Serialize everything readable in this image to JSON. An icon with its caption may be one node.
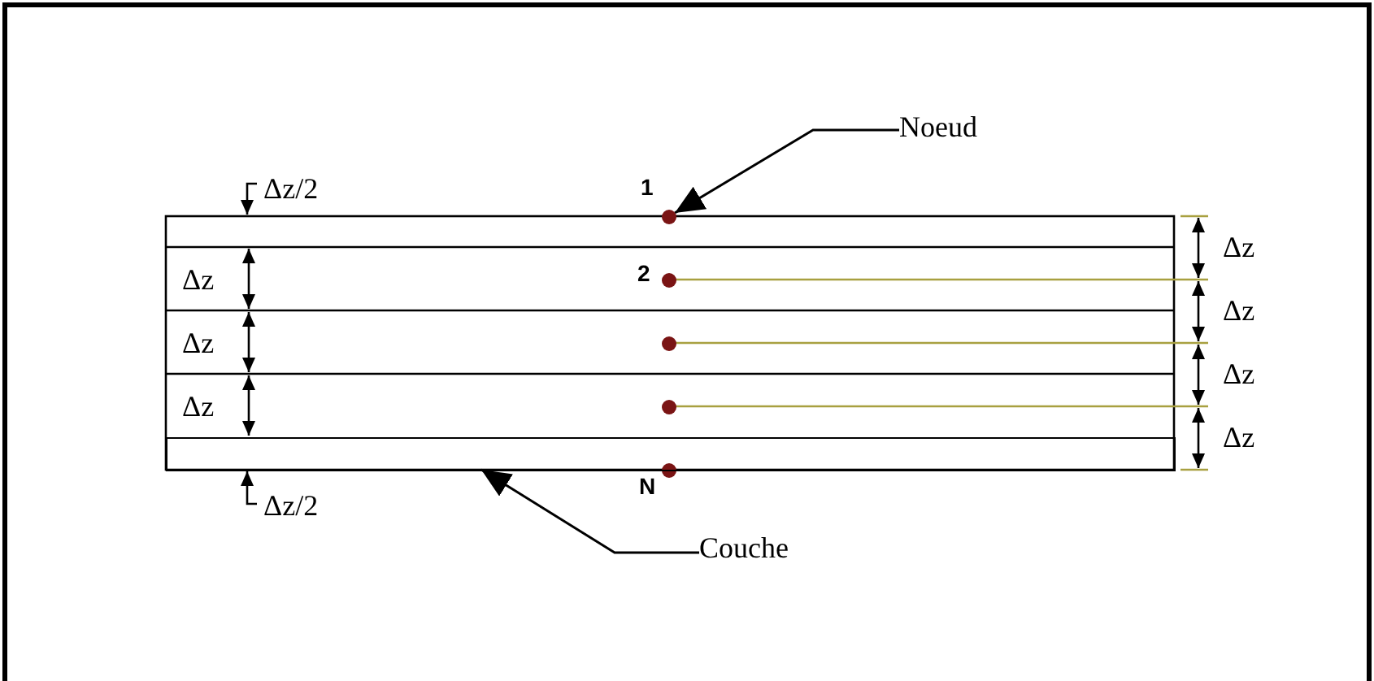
{
  "diagram": {
    "nodes": [
      {
        "text": [
          "Noeud"
        ]
      },
      {
        "text": [
          "Couche"
        ]
      },
      {
        "text": [],
        "shape": "circle",
        "beside": [
          "1"
        ]
      },
      {
        "text": [],
        "shape": "circle",
        "beside": [
          "2"
        ]
      },
      {
        "text": [],
        "shape": "circle"
      },
      {
        "text": [],
        "shape": "circle"
      },
      {
        "text": [],
        "shape": "circle",
        "beside": [
          "N"
        ]
      },
      {
        "text": [],
        "shape": "box"
      }
    ],
    "edges": [
      {
        "from": 0,
        "to": 2,
        "arrow": "to"
      },
      {
        "from": 1,
        "to": 7,
        "arrow": "to"
      }
    ],
    "labels": [
      "Δz/2",
      "Δz",
      "Δz",
      "Δz",
      "Δz",
      "Δz",
      "Δz",
      "Δz",
      "Δz/2"
    ]
  }
}
